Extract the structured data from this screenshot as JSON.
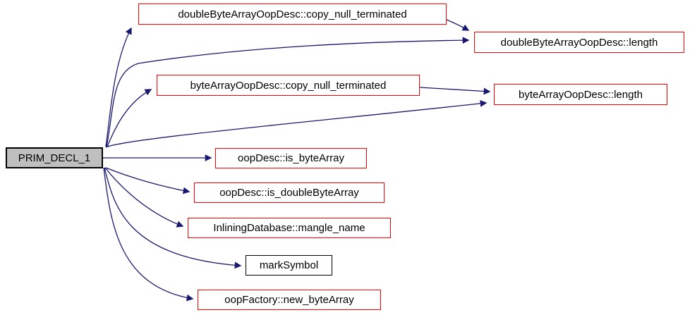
{
  "diagram": {
    "type": "call-graph",
    "colors": {
      "edge": "#191970",
      "callee_border": "#ff0000",
      "plain_border": "#000000",
      "root_fill": "#bfbfbf",
      "node_fill": "#ffffff",
      "text": "#000000"
    },
    "nodes": {
      "prim": {
        "label": "PRIM_DECL_1",
        "style": "root"
      },
      "dbl_copy": {
        "label": "doubleByteArrayOopDesc::copy_null_terminated",
        "style": "red"
      },
      "dbl_length": {
        "label": "doubleByteArrayOopDesc::length",
        "style": "red"
      },
      "ba_copy": {
        "label": "byteArrayOopDesc::copy_null_terminated",
        "style": "red"
      },
      "ba_length": {
        "label": "byteArrayOopDesc::length",
        "style": "red"
      },
      "is_byte_array": {
        "label": "oopDesc::is_byteArray",
        "style": "red"
      },
      "is_double_byte_array": {
        "label": "oopDesc::is_doubleByteArray",
        "style": "red"
      },
      "mangle_name": {
        "label": "InliningDatabase::mangle_name",
        "style": "red"
      },
      "mark_symbol": {
        "label": "markSymbol",
        "style": "black"
      },
      "new_byte_array": {
        "label": "oopFactory::new_byteArray",
        "style": "red"
      }
    },
    "edges": [
      {
        "from": "prim",
        "to": "dbl_copy"
      },
      {
        "from": "prim",
        "to": "dbl_length"
      },
      {
        "from": "prim",
        "to": "ba_copy"
      },
      {
        "from": "prim",
        "to": "ba_length"
      },
      {
        "from": "prim",
        "to": "is_byte_array"
      },
      {
        "from": "prim",
        "to": "is_double_byte_array"
      },
      {
        "from": "prim",
        "to": "mangle_name"
      },
      {
        "from": "prim",
        "to": "mark_symbol"
      },
      {
        "from": "prim",
        "to": "new_byte_array"
      },
      {
        "from": "dbl_copy",
        "to": "dbl_length"
      },
      {
        "from": "ba_copy",
        "to": "ba_length"
      }
    ]
  }
}
